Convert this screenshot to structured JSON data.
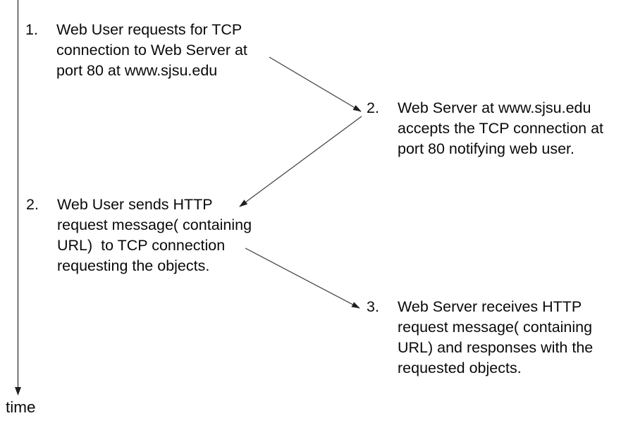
{
  "diagram": {
    "title": "",
    "background_color": "#ffffff",
    "text_color": "#000000",
    "arrow_color": "#3d3d3d",
    "time_axis": {
      "label": "time",
      "direction": "downward"
    },
    "steps": [
      {
        "number": "1.",
        "side": "left",
        "actor": "web-user",
        "lines": [
          "Web User requests for TCP",
          "connection to Web Server at",
          "port 80 at www.sjsu.edu"
        ]
      },
      {
        "number": "2.",
        "side": "right",
        "actor": "web-server",
        "lines": [
          "Web Server at www.sjsu.edu",
          "accepts the TCP connection at",
          "port 80 notifying web user."
        ]
      },
      {
        "number": "2.",
        "side": "left",
        "actor": "web-user",
        "lines": [
          "Web User sends HTTP",
          "request message( containing",
          "URL)  to TCP connection",
          "requesting the objects."
        ]
      },
      {
        "number": "3.",
        "side": "right",
        "actor": "web-server",
        "lines": [
          "Web Server receives HTTP",
          "request message( containing",
          "URL) and responses with the",
          "requested objects."
        ]
      }
    ],
    "arrows": [
      {
        "from": "step-1-web-user",
        "to": "step-2-web-server",
        "direction": "down-right"
      },
      {
        "from": "step-2-web-server",
        "to": "step-2-web-user",
        "direction": "down-left"
      },
      {
        "from": "step-2-web-user",
        "to": "step-3-web-server",
        "direction": "down-right"
      }
    ]
  }
}
